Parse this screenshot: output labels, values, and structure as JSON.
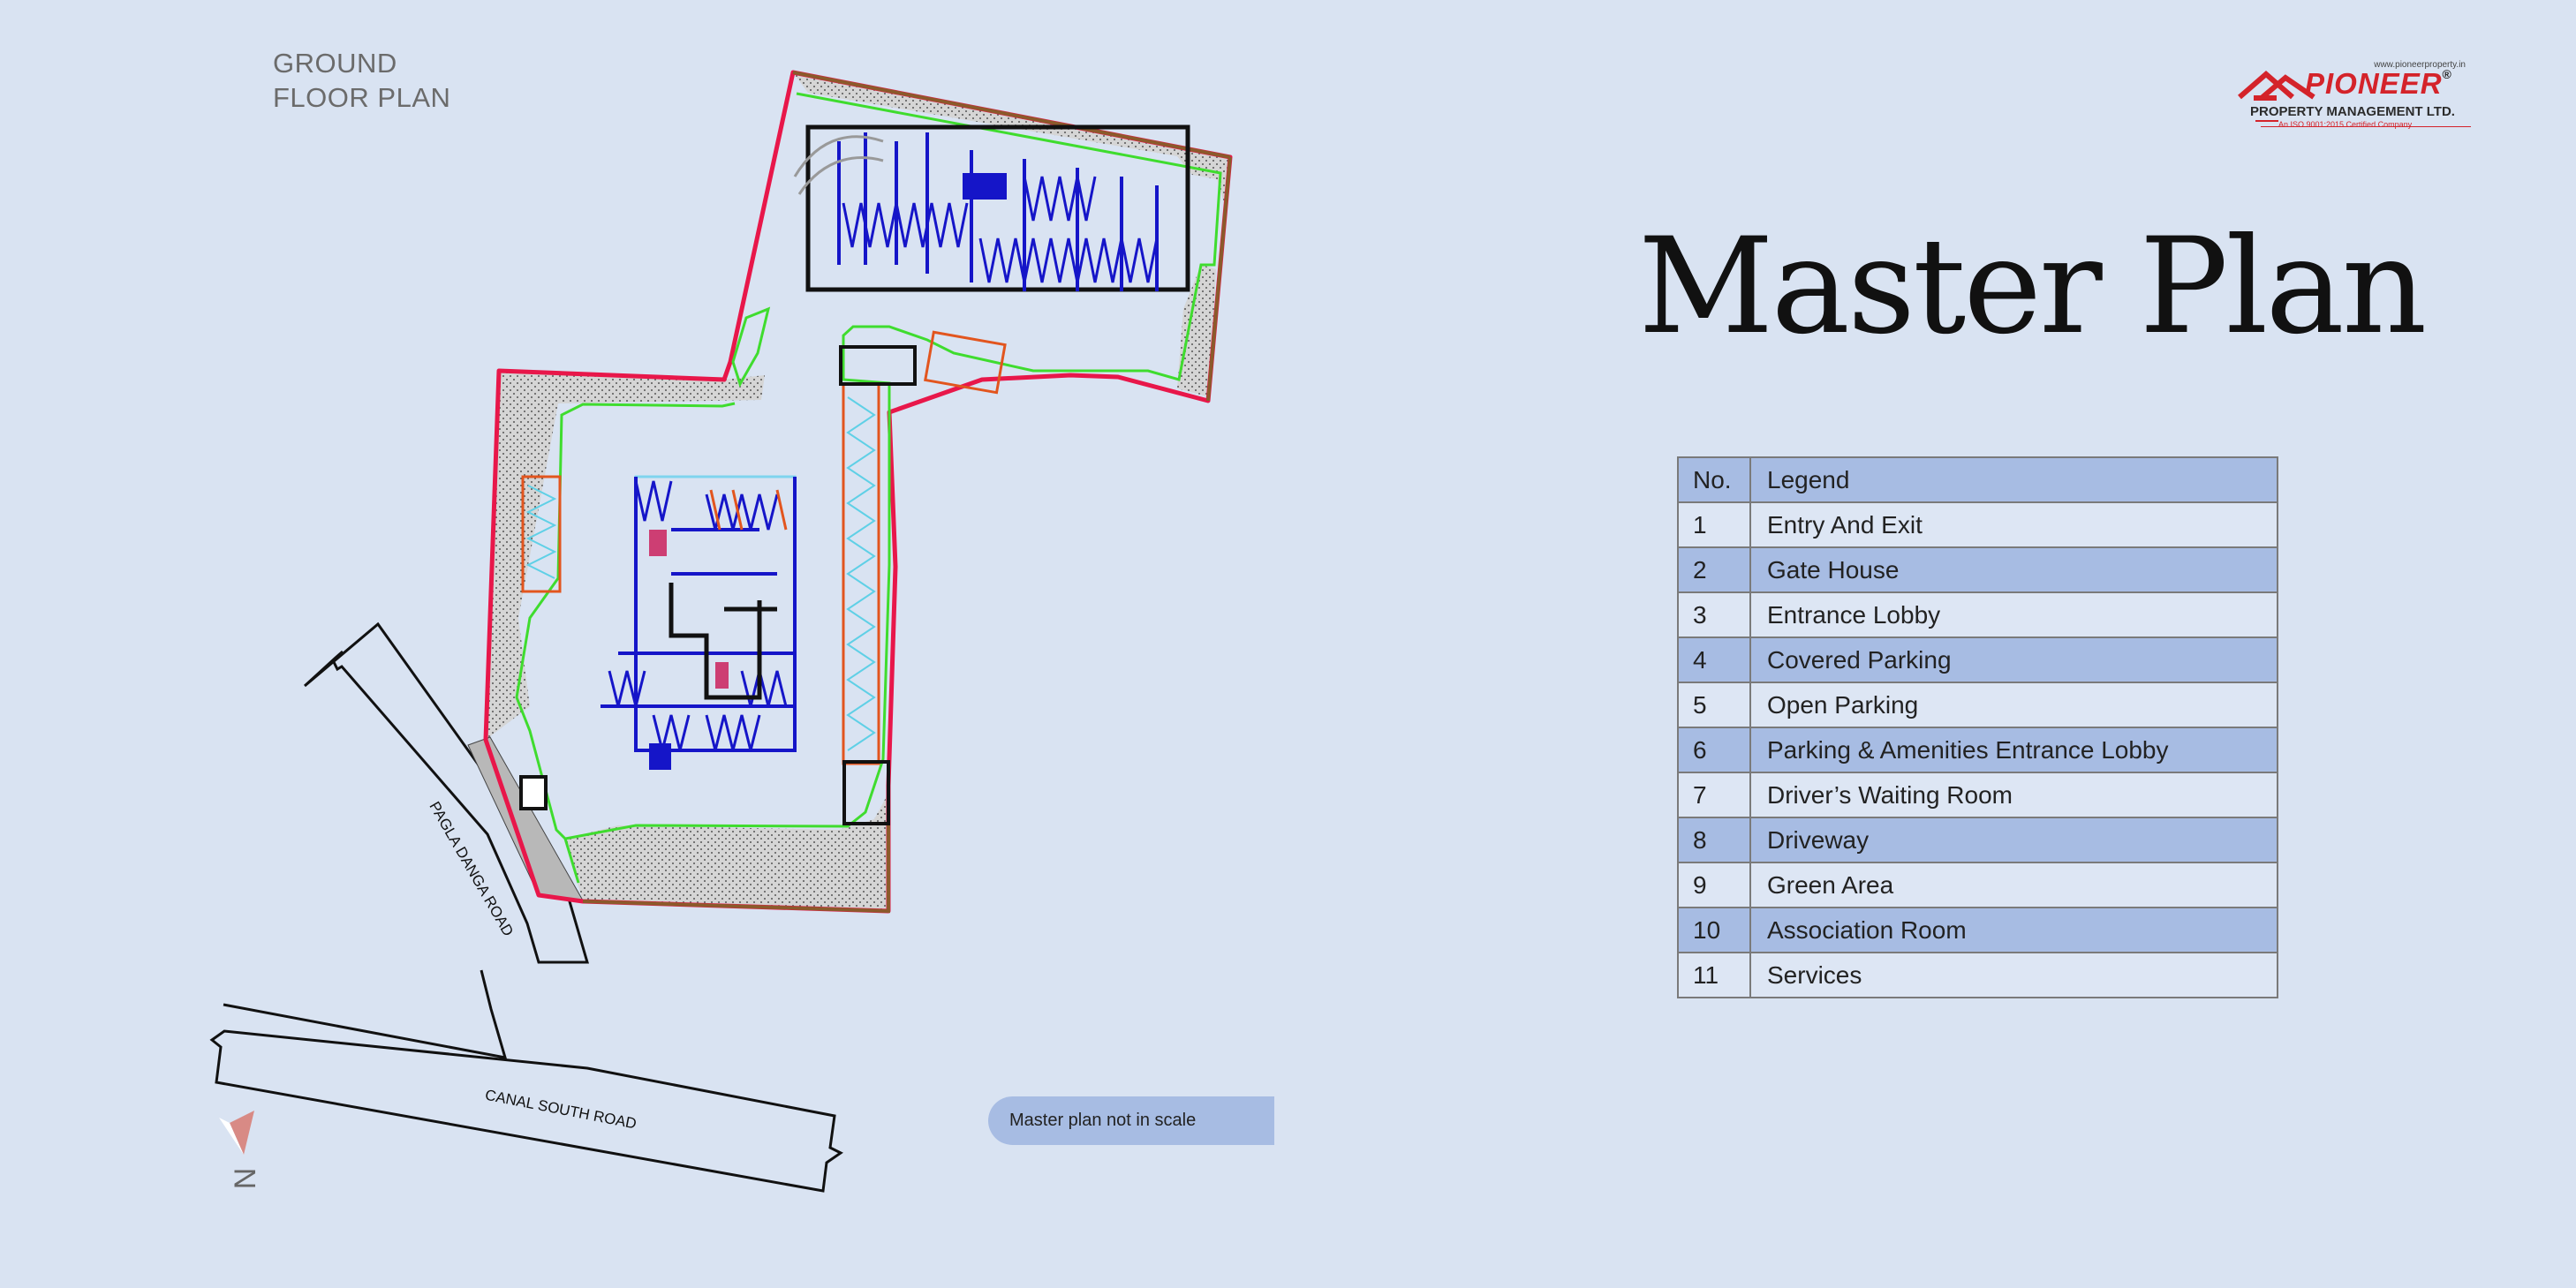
{
  "floor_label": {
    "line1": "GROUND",
    "line2": "FLOOR PLAN"
  },
  "title": "Master Plan",
  "logo": {
    "url": "www.pioneerproperty.in",
    "brand": "PIONEER",
    "registered": "®",
    "subtitle": "PROPERTY MANAGEMENT LTD.",
    "certification": "An ISO 9001:2015 Certified Company",
    "brand_color": "#d4232a"
  },
  "legend": {
    "header": {
      "no": "No.",
      "label": "Legend"
    },
    "rows": [
      {
        "no": "1",
        "label": "Entry And Exit"
      },
      {
        "no": "2",
        "label": "Gate House"
      },
      {
        "no": "3",
        "label": "Entrance Lobby"
      },
      {
        "no": "4",
        "label": "Covered Parking"
      },
      {
        "no": "5",
        "label": "Open Parking"
      },
      {
        "no": "6",
        "label": "Parking & Amenities Entrance Lobby"
      },
      {
        "no": "7",
        "label": "Driver’s Waiting Room"
      },
      {
        "no": "8",
        "label": "Driveway"
      },
      {
        "no": "9",
        "label": "Green Area"
      },
      {
        "no": "10",
        "label": "Association Room"
      },
      {
        "no": "11",
        "label": "Services"
      }
    ]
  },
  "roads": {
    "road1": "PAGLA DANGA ROAD",
    "road2": "CANAL SOUTH ROAD"
  },
  "north_label": "N",
  "note": "Master plan not in scale",
  "colors": {
    "background": "#d9e3f2",
    "boundary": "#e8174a",
    "green_edge": "#3fdc2e",
    "structure_blue": "#1515c8",
    "parking_orange": "#e2551e",
    "accent_blue": "#a7bce3"
  }
}
